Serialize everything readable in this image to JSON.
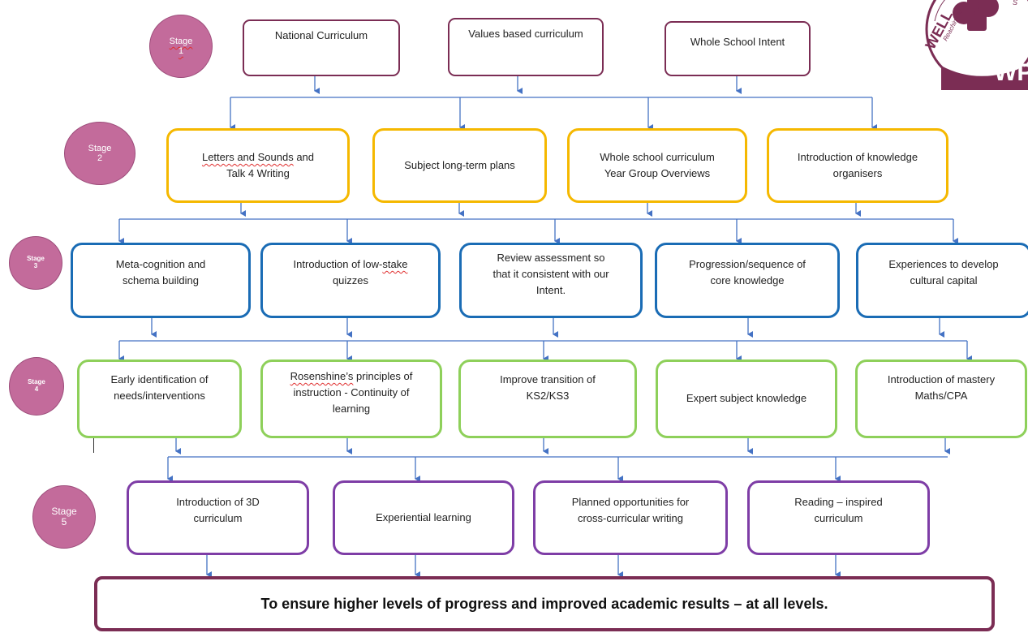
{
  "stages": [
    {
      "label": "Stage",
      "number": "1"
    },
    {
      "label": "Stage",
      "number": "2"
    },
    {
      "label": "Stage",
      "number": "3"
    },
    {
      "label": "Stage",
      "number": "4"
    },
    {
      "label": "Stage",
      "number": "5"
    }
  ],
  "stage1": {
    "national_curriculum": "National Curriculum",
    "values_based": "Values based curriculum",
    "whole_school_intent": "Whole School Intent"
  },
  "stage2": {
    "letters_sounds_line1": "Letters and Sounds",
    "letters_sounds_line1_tail": " and",
    "letters_sounds_line2": "Talk 4 Writing",
    "subject_plans": "Subject long-term plans",
    "whole_curriculum_line1": "Whole school curriculum",
    "whole_curriculum_line2": "Year Group Overviews",
    "knowledge_organisers_line1": "Introduction of knowledge",
    "knowledge_organisers_line2": "organisers"
  },
  "stage3": {
    "metacognition_line1": "Meta-cognition and",
    "metacognition_line2": "schema building",
    "quizzes_line1_pre": "Introduction of low-",
    "quizzes_line1_stake": "stake",
    "quizzes_line2": "quizzes",
    "review_line1": "Review assessment so",
    "review_line2": "that it consistent with our",
    "review_line3": "Intent.",
    "progression_line1": "Progression/sequence of",
    "progression_line2": "core knowledge",
    "experiences_line1": "Experiences to develop",
    "experiences_line2": "cultural capital"
  },
  "stage4": {
    "early_line1": "Early identification of",
    "early_line2": "needs/interventions",
    "rosenshine_word": "Rosenshine’s",
    "rosenshine_line1_tail": " principles of",
    "rosenshine_line2": "instruction - Continuity of",
    "rosenshine_line3": "learning",
    "transition_line1": "Improve transition of",
    "transition_line2": "KS2/KS3",
    "expert": "Expert subject knowledge",
    "mastery_line1": "Introduction of mastery",
    "mastery_line2": "Maths/CPA"
  },
  "stage5": {
    "three_d_line1": "Introduction of 3D",
    "three_d_line2": "curriculum",
    "experiential": "Experiential learning",
    "planned_line1": "Planned opportunities for",
    "planned_line2": "cross-curricular writing",
    "reading_line1": "Reading – inspired",
    "reading_line2": "curriculum"
  },
  "goal": "To ensure higher levels of progress and improved academic results – at all levels.",
  "logo": {
    "initials": "WP",
    "text_top": "WELL",
    "text_small": "Reaching fo",
    "text_small2": "S"
  },
  "colors": {
    "stage_badge": "#c36b9b",
    "stage1_border": "#7b2d54",
    "stage2_border": "#f5b800",
    "stage3_border": "#1a6cb5",
    "stage4_border": "#8ed05a",
    "stage5_border": "#7e3da6",
    "connector": "#4472c4",
    "goal_border": "#7b2d54"
  }
}
